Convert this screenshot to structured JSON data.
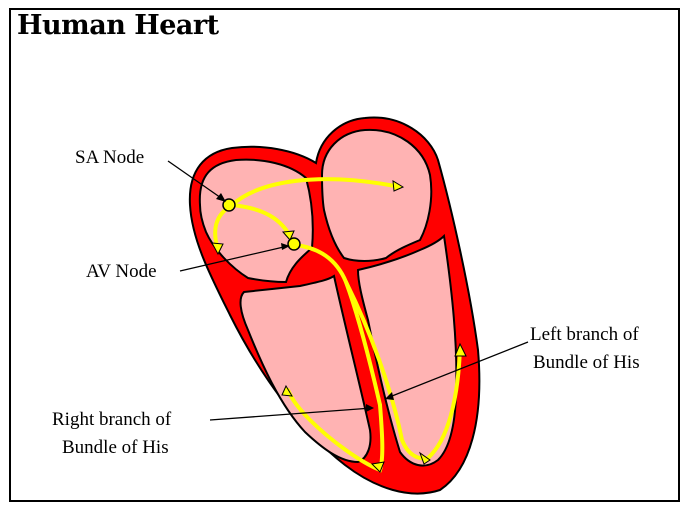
{
  "title": "Human Heart",
  "labels": {
    "sa_node": "SA Node",
    "av_node": "AV Node",
    "left_branch_1": "Left branch of",
    "left_branch_2": "Bundle of His",
    "right_branch_1": "Right branch of",
    "right_branch_2": "Bundle of His"
  },
  "colors": {
    "muscle": "#ff0000",
    "chamber": "#ffb3b3",
    "conduction": "#ffff00",
    "outline": "#000000"
  }
}
